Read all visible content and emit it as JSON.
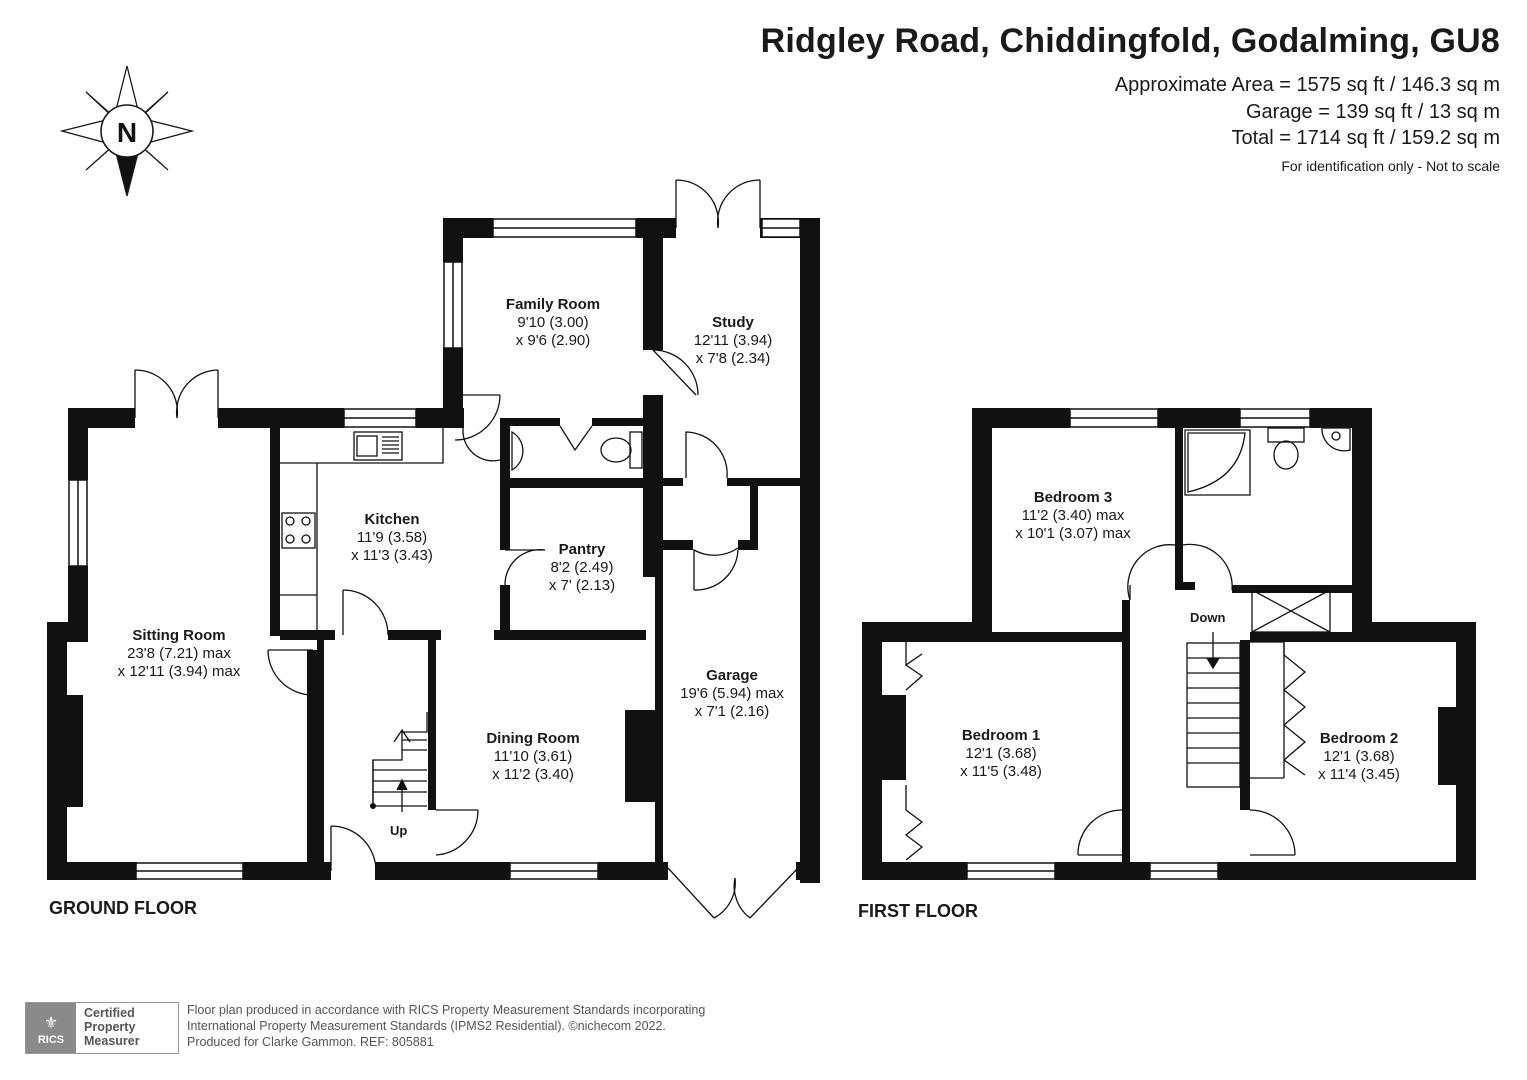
{
  "header": {
    "title": "Ridgley Road, Chiddingfold, Godalming, GU8",
    "approx_area": "Approximate Area = 1575 sq ft / 146.3 sq m",
    "garage_area": "Garage = 139 sq ft / 13 sq m",
    "total_area": "Total = 1714 sq ft / 159.2 sq m",
    "disclaimer": "For identification only - Not to scale"
  },
  "compass": {
    "letter": "N"
  },
  "floors": {
    "ground": "GROUND FLOOR",
    "first": "FIRST FLOOR"
  },
  "rooms": {
    "family_room": {
      "name": "Family Room",
      "dim1": "9'10 (3.00)",
      "dim2": "x 9'6 (2.90)"
    },
    "study": {
      "name": "Study",
      "dim1": "12'11 (3.94)",
      "dim2": "x 7'8 (2.34)"
    },
    "kitchen": {
      "name": "Kitchen",
      "dim1": "11'9 (3.58)",
      "dim2": "x 11'3 (3.43)"
    },
    "pantry": {
      "name": "Pantry",
      "dim1": "8'2 (2.49)",
      "dim2": "x 7' (2.13)"
    },
    "sitting_room": {
      "name": "Sitting Room",
      "dim1": "23'8 (7.21) max",
      "dim2": "x 12'11 (3.94) max"
    },
    "dining_room": {
      "name": "Dining Room",
      "dim1": "11'10 (3.61)",
      "dim2": "x 11'2 (3.40)"
    },
    "garage": {
      "name": "Garage",
      "dim1": "19'6 (5.94) max",
      "dim2": "x 7'1 (2.16)"
    },
    "bedroom3": {
      "name": "Bedroom 3",
      "dim1": "11'2 (3.40) max",
      "dim2": "x 10'1 (3.07) max"
    },
    "bedroom1": {
      "name": "Bedroom 1",
      "dim1": "12'1 (3.68)",
      "dim2": "x 11'5 (3.48)"
    },
    "bedroom2": {
      "name": "Bedroom 2",
      "dim1": "12'1 (3.68)",
      "dim2": "x 11'4 (3.45)"
    }
  },
  "stairs": {
    "up": "Up",
    "down": "Down"
  },
  "footer": {
    "line1": "Floor plan produced in accordance with RICS Property Measurement Standards incorporating",
    "line2": "International Property Measurement Standards (IPMS2 Residential).  ©nichecom 2022.",
    "line3": "Produced for Clarke Gammon.   REF:  805881",
    "badge_word": "RICS",
    "cert1": "Certified",
    "cert2": "Property",
    "cert3": "Measurer"
  }
}
